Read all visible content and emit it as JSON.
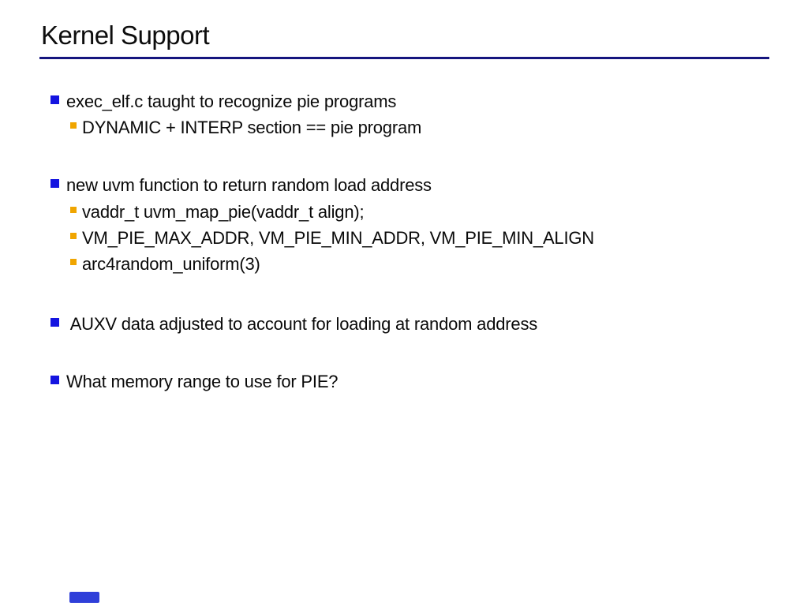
{
  "slide": {
    "title": "Kernel Support",
    "groups": [
      {
        "items": [
          {
            "level": 1,
            "text": "exec_elf.c taught to recognize pie programs"
          },
          {
            "level": 2,
            "text": "DYNAMIC + INTERP section == pie program"
          }
        ]
      },
      {
        "items": [
          {
            "level": 1,
            "text": "new uvm function to return random load address"
          },
          {
            "level": 2,
            "text": "vaddr_t uvm_map_pie(vaddr_t align);"
          },
          {
            "level": 2,
            "text": "VM_PIE_MAX_ADDR, VM_PIE_MIN_ADDR, VM_PIE_MIN_ALIGN"
          },
          {
            "level": 2,
            "text": "arc4random_uniform(3)"
          }
        ]
      },
      {
        "items": [
          {
            "level": 1,
            "text": " AUXV data adjusted to account for loading at random address"
          }
        ]
      },
      {
        "items": [
          {
            "level": 1,
            "text": "What memory range to use for PIE?"
          }
        ]
      }
    ]
  },
  "colors": {
    "text": "#0a0a0a",
    "rule": "#15157e",
    "bullet_level1": "#1414e0",
    "bullet_level2": "#f0a500",
    "footer_marker": "#2f3fd9"
  }
}
